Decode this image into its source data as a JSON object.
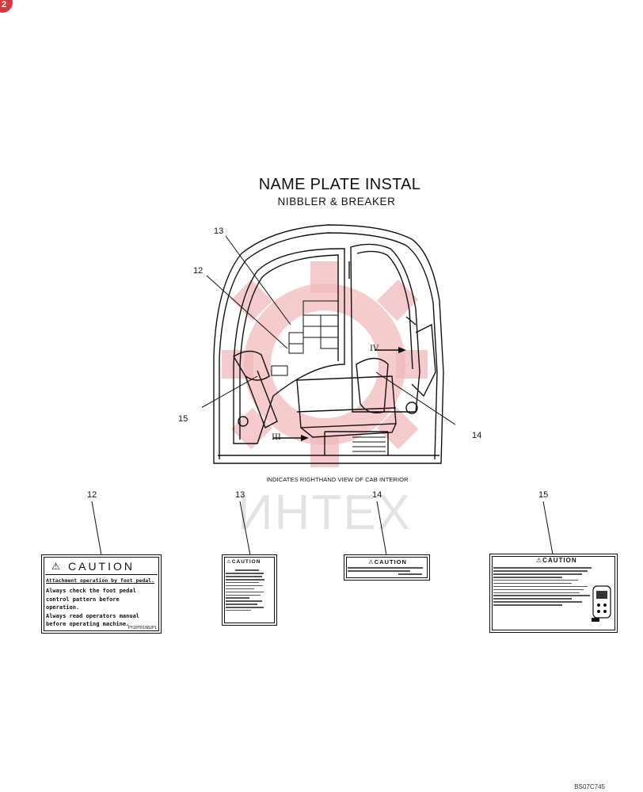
{
  "badge": {
    "text": "2",
    "color": "#d9363e"
  },
  "title": "NAME PLATE INSTAL",
  "subtitle": "NIBBLER & BREAKER",
  "cab_callouts": {
    "c13": "13",
    "c12": "12",
    "c15": "15",
    "c14": "14"
  },
  "cab_marks": {
    "m4": "IV",
    "m3": "III"
  },
  "caption": "INDICATES RIGHTHAND VIEW OF CAB INTERIOR",
  "watermark": "ИНТЕХ",
  "label_numbers": {
    "n12": "12",
    "n13": "13",
    "n14": "14",
    "n15": "15"
  },
  "label12": {
    "head": "CAUTION",
    "sub": "Attachment operation by foot pedal.",
    "lines": [
      "Always check the foot pedal",
      "control pattern before",
      "operation.",
      "Always read operators manual",
      "before operating machine."
    ],
    "part_number": "PY20T01082P1"
  },
  "label13": {
    "head": "CAUTION"
  },
  "label14": {
    "head": "CAUTION"
  },
  "label15": {
    "head": "CAUTION"
  },
  "code": "BS07C745"
}
